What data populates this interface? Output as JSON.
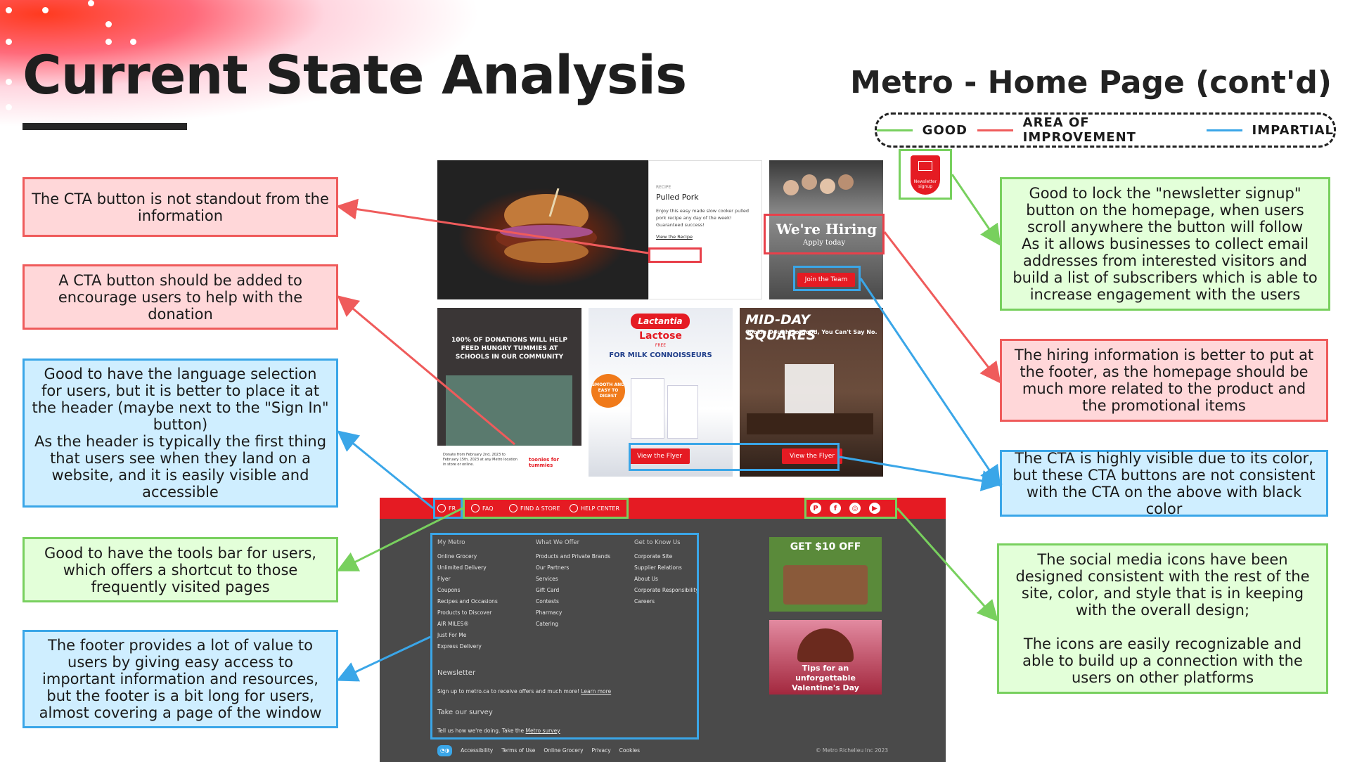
{
  "header": {
    "title": "Current State Analysis",
    "subtitle": "Metro - Home Page (cont'd)"
  },
  "legend": {
    "good": "GOOD",
    "improvement": "AREA OF IMPROVEMENT",
    "impartial": "IMPARTIAL",
    "colors": {
      "good": "#78d05e",
      "improvement": "#ef5b5b",
      "impartial": "#3aa6e8"
    }
  },
  "notes": {
    "cta_not_standout": "The CTA button is not standout from the information",
    "cta_donation": "A CTA button should be added to encourage users to help with the donation",
    "language": "Good to have the language selection for users, but it is better to place it at the header (maybe next to the \"Sign In\" button)\nAs the header is typically the first thing that users see when they land on a website, and it is easily visible and accessible",
    "tools_bar": "Good to have the tools bar for users, which offers a shortcut to those frequently visited pages",
    "footer_long": "The footer provides a lot of value to users by giving easy access to important information and resources, but the footer is a bit long for users, almost covering a page of the window",
    "newsletter_lock": "Good to lock the \"newsletter signup\" button on the homepage, when users scroll anywhere the button will follow\nAs it allows businesses to collect email addresses from interested visitors and build a list of subscribers which is able to increase engagement with the users",
    "hiring_footer": "The hiring information is better to put at the footer, as the homepage should be much more related to the product and the promotional items",
    "cta_visible": "The CTA is highly visible due to its color, but these CTA buttons are not consistent with the CTA on the above with black color",
    "social_icons": "The social media icons have been designed consistent with the rest of the site, color, and style that is in keeping with the overall design;\n\nThe icons are easily recognizable and able to build up a connection with the users on other platforms"
  },
  "screenshot": {
    "newsletter_badge": "Newsletter signup",
    "recipe": {
      "kicker": "RECIPE",
      "title": "Pulled Pork",
      "body": "Enjoy this easy made slow cooker pulled pork recipe any day of the week! Guaranteed success!",
      "link": "View the Recipe"
    },
    "hiring": {
      "headline": "We're Hiring",
      "sub": "Apply today",
      "button": "Join the Team"
    },
    "donation": {
      "headline": "100% OF DONATIONS WILL HELP FEED HUNGRY TUMMIES AT SCHOOLS IN OUR COMMUNITY",
      "fine": "Donate from February 2nd, 2023 to February 15th, 2023 at any Metro location in store or online.",
      "logo": "toonies for tummies"
    },
    "milk": {
      "brand": "Lactantia",
      "product": "Lactose",
      "free": "FREE",
      "tag": "FOR MILK CONNOISSEURS",
      "badge": "SMOOTH AND EASY TO DIGEST",
      "button": "View the Flyer"
    },
    "squares": {
      "headline": "MID-DAY SQUARES",
      "sub": "Cookie Dough So Good, You Can't Say No.",
      "button": "View the Flyer"
    },
    "tools": {
      "lang": "FR",
      "faq": "FAQ",
      "store": "FIND A STORE",
      "help": "HELP CENTER"
    },
    "social": [
      "P",
      "f",
      "◎",
      "▶"
    ],
    "footer": {
      "col1_head": "My Metro",
      "col1": [
        "Online Grocery",
        "Unlimited Delivery",
        "Flyer",
        "Coupons",
        "Recipes and Occasions",
        "Products to Discover",
        "AIR MILES®",
        "Just For Me",
        "Express Delivery"
      ],
      "col2_head": "What We Offer",
      "col2": [
        "Products and Private Brands",
        "Our Partners",
        "Services",
        "Gift Card",
        "Contests",
        "Pharmacy",
        "Catering"
      ],
      "col3_head": "Get to Know Us",
      "col3": [
        "Corporate Site",
        "Supplier Relations",
        "About Us",
        "Corporate Responsibility",
        "Careers"
      ],
      "newsletter_head": "Newsletter",
      "newsletter_text": "Sign up to metro.ca to receive offers and much more!",
      "newsletter_link": "Learn more",
      "survey_head": "Take our survey",
      "survey_text": "Tell us how we're doing. Take the",
      "survey_link": "Metro survey",
      "bottom_links": [
        "Accessibility",
        "Terms of Use",
        "Online Grocery",
        "Privacy",
        "Cookies"
      ],
      "copyright": "© Metro Richelieu Inc 2023",
      "promo1": "GET $10 OFF",
      "promo2": "Tips for an unforgettable Valentine's Day"
    }
  }
}
